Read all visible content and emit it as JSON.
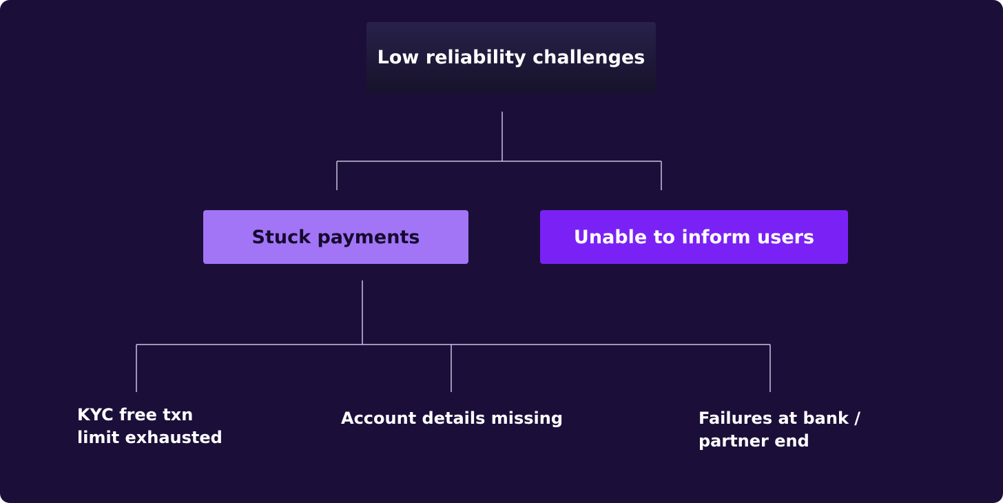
{
  "diagram": {
    "root": {
      "label": "Low reliability challenges"
    },
    "level1": [
      {
        "label": "Stuck payments",
        "fill": "#a275f6",
        "text_color": "#150a2e"
      },
      {
        "label": "Unable to inform users",
        "fill": "#7a22f5",
        "text_color": "#ffffff"
      }
    ],
    "leaves": [
      {
        "lines": [
          "KYC free txn",
          "limit exhausted"
        ]
      },
      {
        "lines": [
          "Account details missing"
        ]
      },
      {
        "lines": [
          "Failures at bank /",
          "partner end"
        ]
      }
    ],
    "edges": [
      {
        "from": "Low reliability challenges",
        "to": "Stuck payments"
      },
      {
        "from": "Low reliability challenges",
        "to": "Unable to inform users"
      },
      {
        "from": "Stuck payments",
        "to": "KYC free txn limit exhausted"
      },
      {
        "from": "Stuck payments",
        "to": "Account details missing"
      },
      {
        "from": "Stuck payments",
        "to": "Failures at bank / partner end"
      }
    ],
    "colors": {
      "background": "#1b0f39",
      "connector": "#c9c3e0",
      "text": "#ffffff"
    }
  }
}
